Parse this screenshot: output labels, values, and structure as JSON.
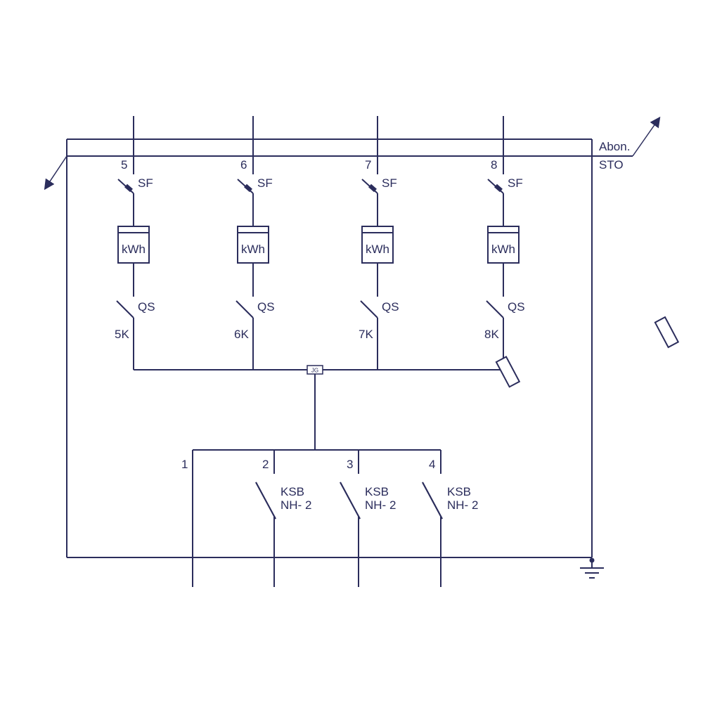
{
  "colors": {
    "line": "#2b2d5c",
    "background": "#ffffff"
  },
  "labels": {
    "abon": "Abon.",
    "sto": "STO",
    "jg": "JG"
  },
  "feeders": [
    {
      "num": "5",
      "breaker": "SF",
      "meter": "kWh",
      "switch": "QS",
      "tag": "5K"
    },
    {
      "num": "6",
      "breaker": "SF",
      "meter": "kWh",
      "switch": "QS",
      "tag": "6K"
    },
    {
      "num": "7",
      "breaker": "SF",
      "meter": "kWh",
      "switch": "QS",
      "tag": "7K"
    },
    {
      "num": "8",
      "breaker": "SF",
      "meter": "kWh",
      "switch": "QS",
      "tag": "8K"
    }
  ],
  "outputs": [
    {
      "num": "1",
      "fuse_l1": "",
      "fuse_l2": ""
    },
    {
      "num": "2",
      "fuse_l1": "KSB",
      "fuse_l2": "NH- 2"
    },
    {
      "num": "3",
      "fuse_l1": "KSB",
      "fuse_l2": "NH- 2"
    },
    {
      "num": "4",
      "fuse_l1": "KSB",
      "fuse_l2": "NH- 2"
    }
  ]
}
